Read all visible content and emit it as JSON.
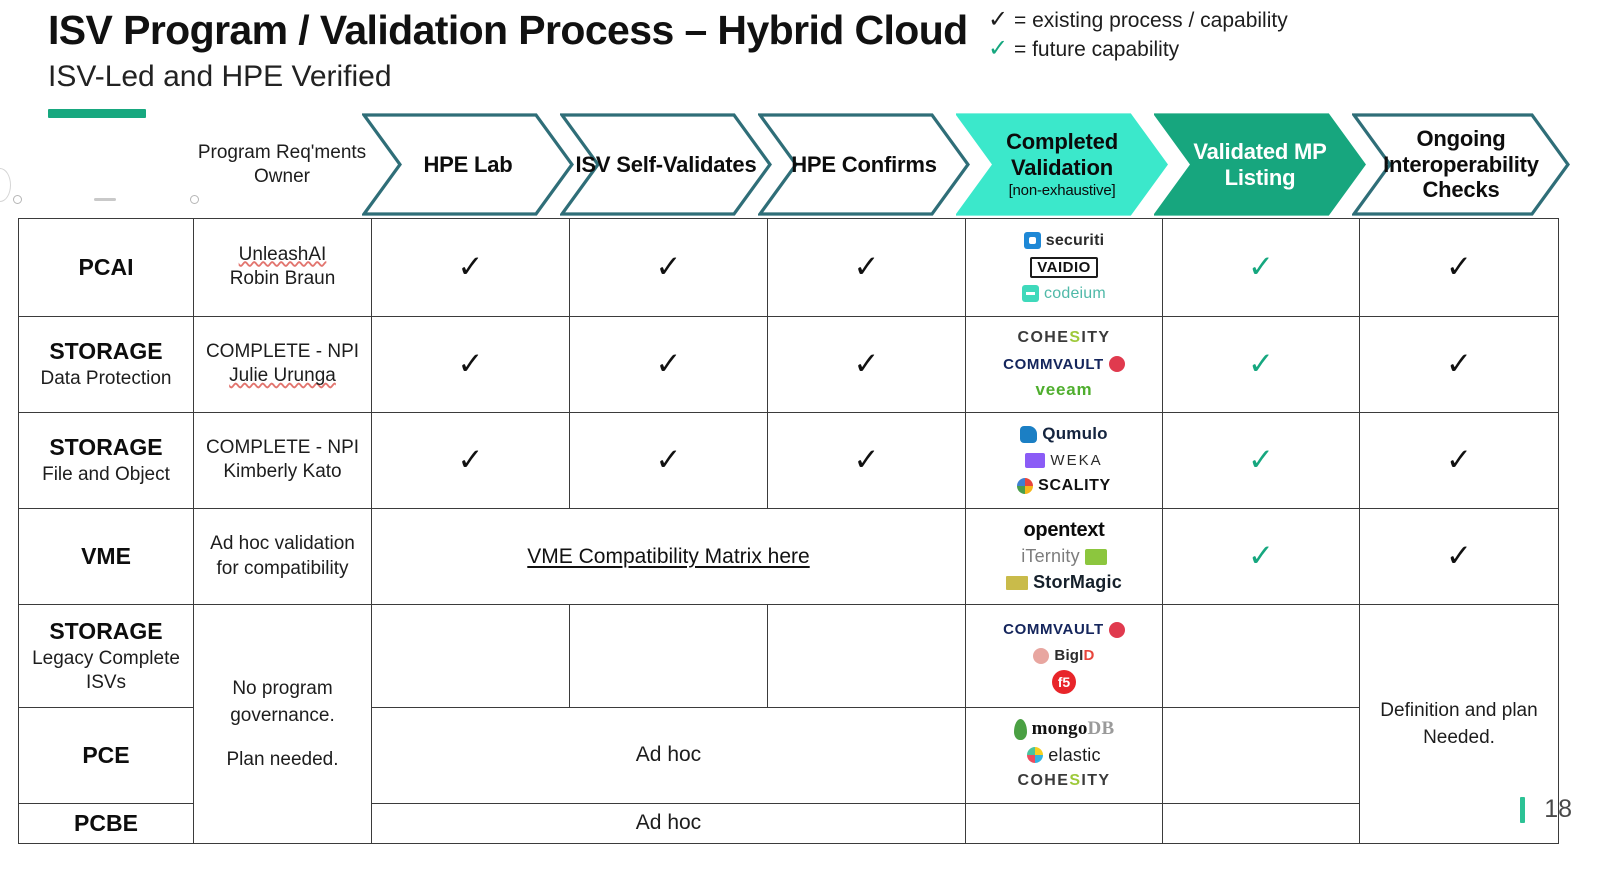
{
  "slide": {
    "title": "ISV Program / Validation Process – Hybrid Cloud",
    "subtitle": "ISV-Led and HPE Verified",
    "page_number": "18",
    "accent_color": "#17A87F"
  },
  "legend": {
    "items": [
      {
        "glyph": "✓",
        "text": "= existing process / capability",
        "color": "#1d1d1d",
        "name": "existing"
      },
      {
        "glyph": "✓",
        "text": "= future capability",
        "color": "#16A77F",
        "name": "future"
      }
    ]
  },
  "header": {
    "segment_col": "",
    "owner_col": "Program Req'ments Owner",
    "chevrons": [
      {
        "label": "HPE Lab",
        "sub": "",
        "fill": "#FFFFFF",
        "stroke": "#2F6E78",
        "text": "#0d0d0d"
      },
      {
        "label": "ISV Self-Validates",
        "sub": "",
        "fill": "#FFFFFF",
        "stroke": "#2F6E78",
        "text": "#0d0d0d"
      },
      {
        "label": "HPE Confirms",
        "sub": "",
        "fill": "#FFFFFF",
        "stroke": "#2F6E78",
        "text": "#0d0d0d"
      },
      {
        "label": "Completed Validation",
        "sub": "[non-exhaustive]",
        "fill": "#3BE8CB",
        "stroke": "#3BE8CB",
        "text": "#0b0b0b"
      },
      {
        "label": "Validated MP Listing",
        "sub": "",
        "fill": "#17A67E",
        "stroke": "#17A67E",
        "text": "#FFFFFF"
      },
      {
        "label": "Ongoing Interoperability Checks",
        "sub": "",
        "fill": "#FFFFFF",
        "stroke": "#2F6E78",
        "text": "#0d0d0d"
      }
    ]
  },
  "rows": [
    {
      "segment": "PCAI",
      "segment_sub": "",
      "owner": [
        "UnleashAI",
        "Robin Braun"
      ],
      "hpe_lab": "✓",
      "isv_self": "✓",
      "hpe_confirms": "✓",
      "logos": [
        {
          "name": "securiti",
          "text": "securiti"
        },
        {
          "name": "vaidio",
          "text": "VAIDIO"
        },
        {
          "name": "codeium",
          "text": "codeium"
        }
      ],
      "validated_mp": "✓",
      "ongoing": "✓"
    },
    {
      "segment": "STORAGE",
      "segment_sub": "Data Protection",
      "owner": [
        "COMPLETE - NPI",
        "Julie Urunga"
      ],
      "hpe_lab": "✓",
      "isv_self": "✓",
      "hpe_confirms": "✓",
      "logos": [
        {
          "name": "cohesity",
          "text": "COHESITY"
        },
        {
          "name": "commvault",
          "text": "COMMVAULT"
        },
        {
          "name": "veeam",
          "text": "veeam"
        }
      ],
      "validated_mp": "✓",
      "ongoing": "✓"
    },
    {
      "segment": "STORAGE",
      "segment_sub": "File and Object",
      "owner": [
        "COMPLETE - NPI",
        "Kimberly Kato"
      ],
      "hpe_lab": "✓",
      "isv_self": "✓",
      "hpe_confirms": "✓",
      "logos": [
        {
          "name": "qumulo",
          "text": "Qumulo"
        },
        {
          "name": "weka",
          "text": "WEKA"
        },
        {
          "name": "scality",
          "text": "SCALITY"
        }
      ],
      "validated_mp": "✓",
      "ongoing": "✓"
    },
    {
      "segment": "VME",
      "segment_sub": "",
      "owner": [
        "Ad hoc validation",
        "for compatibility"
      ],
      "merged_link": "VME Compatibility Matrix here",
      "logos": [
        {
          "name": "opentext",
          "text": "opentext"
        },
        {
          "name": "iternity",
          "text": "iTernity"
        },
        {
          "name": "stormagic",
          "text": "StorMagic"
        }
      ],
      "validated_mp": "✓",
      "ongoing": "✓"
    },
    {
      "segment": "STORAGE",
      "segment_sub": "Legacy Complete ISVs",
      "owner_merged": [
        "No program governance.",
        "Plan needed."
      ],
      "hpe_lab": "",
      "isv_self": "",
      "hpe_confirms": "",
      "logos": [
        {
          "name": "commvault",
          "text": "COMMVAULT"
        },
        {
          "name": "bigid",
          "text": "BigID"
        },
        {
          "name": "f5",
          "text": "f5"
        }
      ],
      "validated_mp": "",
      "ongoing_merged": [
        "Definition and plan",
        "Needed."
      ]
    },
    {
      "segment": "PCE",
      "segment_sub": "",
      "merged_adhoc": "Ad hoc",
      "logos": [
        {
          "name": "mongodb",
          "text": "mongoDB"
        },
        {
          "name": "elastic",
          "text": "elastic"
        },
        {
          "name": "cohesity",
          "text": "COHESITY"
        }
      ],
      "validated_mp": ""
    },
    {
      "segment": "PCBE",
      "segment_sub": "",
      "merged_adhoc": "Ad hoc",
      "logos": [],
      "validated_mp": ""
    }
  ]
}
